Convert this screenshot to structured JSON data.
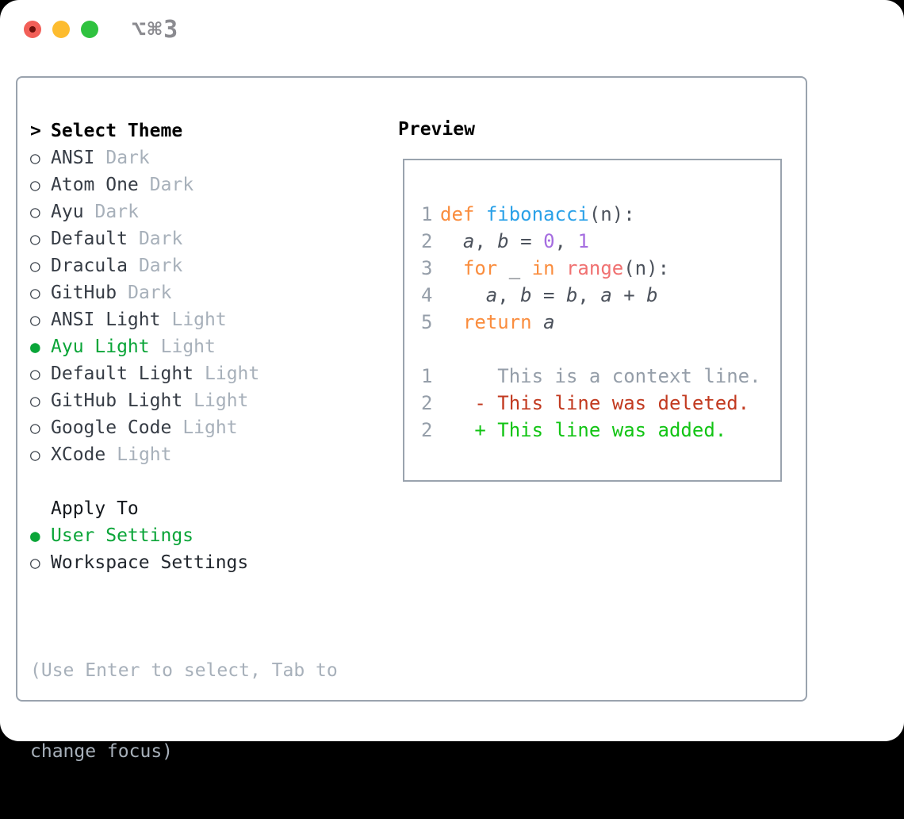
{
  "window": {
    "titlebar_title": "⌥⌘3"
  },
  "theme_picker": {
    "prompt": ">",
    "header": "Select Theme",
    "items": [
      {
        "name": "ANSI",
        "variant": "Dark",
        "selected": false
      },
      {
        "name": "Atom One",
        "variant": "Dark",
        "selected": false
      },
      {
        "name": "Ayu",
        "variant": "Dark",
        "selected": false
      },
      {
        "name": "Default",
        "variant": "Dark",
        "selected": false
      },
      {
        "name": "Dracula",
        "variant": "Dark",
        "selected": false
      },
      {
        "name": "GitHub",
        "variant": "Dark",
        "selected": false
      },
      {
        "name": "ANSI Light",
        "variant": "Light",
        "selected": false
      },
      {
        "name": "Ayu Light",
        "variant": "Light",
        "selected": true
      },
      {
        "name": "Default Light",
        "variant": "Light",
        "selected": false
      },
      {
        "name": "GitHub Light",
        "variant": "Light",
        "selected": false
      },
      {
        "name": "Google Code",
        "variant": "Light",
        "selected": false
      },
      {
        "name": "XCode",
        "variant": "Light",
        "selected": false
      }
    ],
    "radio_unselected_glyph": "○",
    "radio_selected_glyph": "●"
  },
  "apply_to": {
    "header": "Apply To",
    "options": [
      {
        "label": "User Settings",
        "selected": true
      },
      {
        "label": "Workspace Settings",
        "selected": false
      }
    ]
  },
  "hint_lines": [
    "(Use Enter to select, Tab to",
    "change focus)"
  ],
  "preview": {
    "title": "Preview",
    "lines": [
      {
        "num": "1",
        "tokens": [
          [
            "def",
            "kw"
          ],
          [
            " ",
            "p"
          ],
          [
            "fibonacci",
            "fn"
          ],
          [
            "(n):",
            "p"
          ]
        ]
      },
      {
        "num": "2",
        "tokens": [
          [
            "  ",
            "p"
          ],
          [
            "a",
            "var"
          ],
          [
            ", ",
            "p"
          ],
          [
            "b",
            "var"
          ],
          [
            " = ",
            "p"
          ],
          [
            "0",
            "num"
          ],
          [
            ", ",
            "p"
          ],
          [
            "1",
            "num"
          ]
        ]
      },
      {
        "num": "3",
        "tokens": [
          [
            "  ",
            "p"
          ],
          [
            "for",
            "kw"
          ],
          [
            " _ ",
            "p"
          ],
          [
            "in",
            "kw"
          ],
          [
            " ",
            "p"
          ],
          [
            "range",
            "call"
          ],
          [
            "(n):",
            "p"
          ]
        ]
      },
      {
        "num": "4",
        "tokens": [
          [
            "    ",
            "p"
          ],
          [
            "a",
            "var"
          ],
          [
            ", ",
            "p"
          ],
          [
            "b",
            "var"
          ],
          [
            " = ",
            "p"
          ],
          [
            "b",
            "var"
          ],
          [
            ", ",
            "p"
          ],
          [
            "a",
            "var"
          ],
          [
            " + ",
            "p"
          ],
          [
            "b",
            "var"
          ]
        ]
      },
      {
        "num": "5",
        "tokens": [
          [
            "  ",
            "p"
          ],
          [
            "return",
            "kw"
          ],
          [
            " ",
            "p"
          ],
          [
            "a",
            "var"
          ]
        ]
      },
      {
        "num": "",
        "tokens": []
      },
      {
        "num": "1",
        "tokens": [
          [
            "     This is a context line.",
            "ctx"
          ]
        ]
      },
      {
        "num": "2",
        "tokens": [
          [
            "   - This line was deleted.",
            "del"
          ]
        ]
      },
      {
        "num": "2",
        "tokens": [
          [
            "   + This line was added.",
            "add"
          ]
        ]
      }
    ]
  },
  "colors": {
    "close-red": "#f25f58",
    "minimize-yellow": "#fdbc2f",
    "zoom-green": "#2fc23f",
    "panel-border": "#9aa3ae",
    "selected-green": "#0aa538",
    "muted-gray": "#a7b0ba",
    "gutter-gray": "#959ea9",
    "code-fg": "#4c525c",
    "keyword-orange": "#fa8d3e",
    "function-blue": "#2aa1e8",
    "number-purple": "#a56de0",
    "call-coral": "#f07171",
    "diff-red": "#c23a20",
    "diff-green": "#12c414"
  }
}
